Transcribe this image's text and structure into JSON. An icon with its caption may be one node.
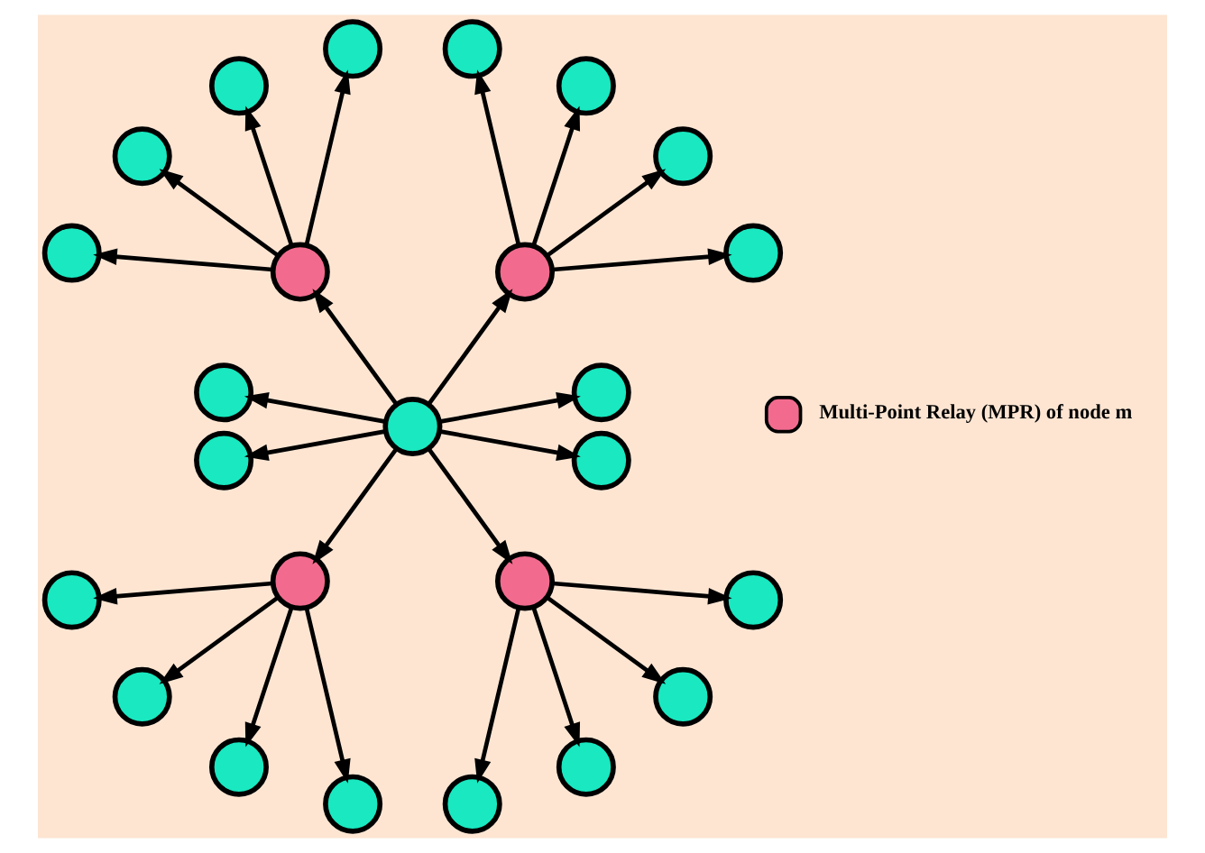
{
  "diagram": {
    "nodes": [
      {
        "text": [],
        "shape": "circle"
      },
      {
        "text": [],
        "shape": "circle"
      },
      {
        "text": [],
        "shape": "circle"
      },
      {
        "text": [],
        "shape": "circle"
      },
      {
        "text": [],
        "shape": "circle"
      },
      {
        "text": [],
        "shape": "circle"
      },
      {
        "text": [],
        "shape": "circle"
      },
      {
        "text": [],
        "shape": "circle"
      },
      {
        "text": [],
        "shape": "circle"
      },
      {
        "text": [],
        "shape": "circle"
      },
      {
        "text": [],
        "shape": "circle"
      },
      {
        "text": [],
        "shape": "circle"
      },
      {
        "text": [],
        "shape": "circle"
      },
      {
        "text": [],
        "shape": "circle"
      },
      {
        "text": [],
        "shape": "circle"
      },
      {
        "text": [],
        "shape": "circle"
      },
      {
        "text": [],
        "shape": "circle"
      },
      {
        "text": [],
        "shape": "circle"
      },
      {
        "text": [],
        "shape": "circle"
      },
      {
        "text": [],
        "shape": "circle"
      },
      {
        "text": [],
        "shape": "circle"
      },
      {
        "text": [],
        "shape": "circle"
      },
      {
        "text": [],
        "shape": "circle"
      },
      {
        "text": [],
        "shape": "circle"
      },
      {
        "text": [],
        "shape": "circle"
      }
    ],
    "edges": [
      {
        "from": 12,
        "to": 8,
        "arrow": "to"
      },
      {
        "from": 12,
        "to": 5,
        "arrow": "to"
      },
      {
        "from": 12,
        "to": 9,
        "arrow": "to"
      },
      {
        "from": 12,
        "to": 11,
        "arrow": "to"
      },
      {
        "from": 12,
        "to": 13,
        "arrow": "to"
      },
      {
        "from": 12,
        "to": 16,
        "arrow": "to"
      },
      {
        "from": 12,
        "to": 20,
        "arrow": "to"
      },
      {
        "from": 12,
        "to": 17,
        "arrow": "to"
      },
      {
        "from": 8,
        "to": 0,
        "arrow": "to"
      },
      {
        "from": 8,
        "to": 1,
        "arrow": "to"
      },
      {
        "from": 8,
        "to": 4,
        "arrow": "to"
      },
      {
        "from": 8,
        "to": 7,
        "arrow": "to"
      },
      {
        "from": 9,
        "to": 2,
        "arrow": "to"
      },
      {
        "from": 9,
        "to": 3,
        "arrow": "to"
      },
      {
        "from": 9,
        "to": 6,
        "arrow": "to"
      },
      {
        "from": 9,
        "to": 10,
        "arrow": "to"
      },
      {
        "from": 16,
        "to": 14,
        "arrow": "to"
      },
      {
        "from": 16,
        "to": 18,
        "arrow": "to"
      },
      {
        "from": 16,
        "to": 21,
        "arrow": "to"
      },
      {
        "from": 16,
        "to": 23,
        "arrow": "to"
      },
      {
        "from": 17,
        "to": 15,
        "arrow": "to"
      },
      {
        "from": 17,
        "to": 19,
        "arrow": "to"
      },
      {
        "from": 17,
        "to": 22,
        "arrow": "to"
      },
      {
        "from": 17,
        "to": 24,
        "arrow": "to"
      }
    ],
    "legend": [
      {
        "text": "Multi-Point Relay (MPR) of node m",
        "color": "#f26b8e"
      }
    ]
  }
}
